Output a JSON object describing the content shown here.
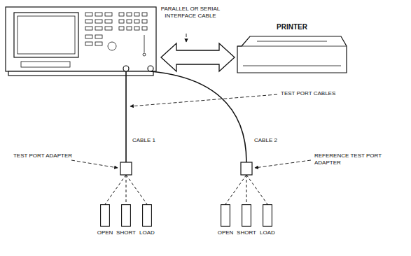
{
  "diagram": {
    "nodes": [
      {
        "text": [
          "PRINTER"
        ]
      },
      {
        "text": [
          "OPEN"
        ]
      },
      {
        "text": [
          "SHORT"
        ]
      },
      {
        "text": [
          "LOAD"
        ]
      },
      {
        "text": [
          "OPEN"
        ]
      },
      {
        "text": [
          "SHORT"
        ]
      },
      {
        "text": [
          "LOAD"
        ]
      }
    ],
    "labels": [
      "PARALLEL OR SERIAL INTERFACE CABLE",
      "TEST PORT CABLES",
      "CABLE 1",
      "CABLE 2",
      "TEST PORT ADAPTER",
      "REFERENCE TEST PORT ADAPTER"
    ]
  }
}
